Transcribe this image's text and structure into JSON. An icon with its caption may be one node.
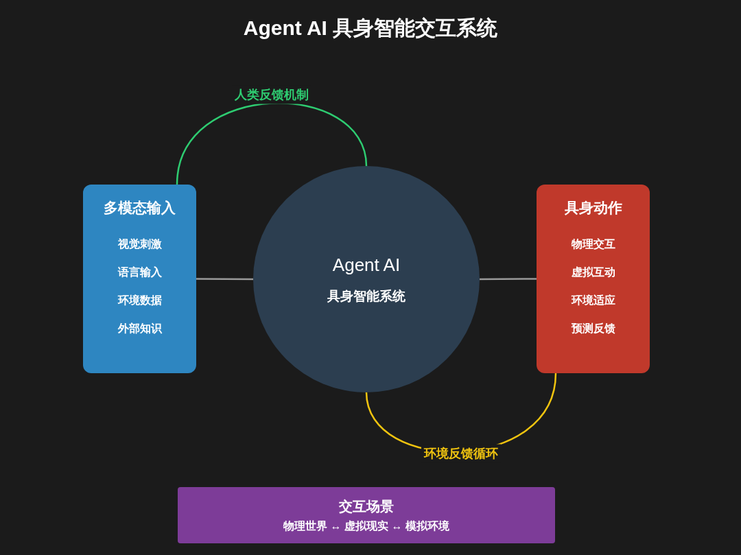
{
  "diagram": {
    "title": "Agent AI 具身智能交互系统",
    "nodes": [
      {
        "text": [
          "多模态输入",
          "视觉刺激",
          "语言输入",
          "环境数据",
          "外部知识"
        ]
      },
      {
        "text": [
          "Agent AI",
          "具身智能系统"
        ]
      },
      {
        "text": [
          "具身动作",
          "物理交互",
          "虚拟互动",
          "环境适应",
          "预测反馈"
        ]
      },
      {
        "text": [
          "交互场景",
          "物理世界 ↔ 虚拟现实 ↔ 模拟环境"
        ]
      }
    ],
    "edges": [
      {
        "from": 0,
        "to": 1,
        "arrow": "none"
      },
      {
        "from": 1,
        "to": 2,
        "arrow": "none"
      },
      {
        "from": 0,
        "to": 1,
        "arrow": "none",
        "label": "人类反馈机制",
        "color": "#2ecc71"
      },
      {
        "from": 1,
        "to": 2,
        "arrow": "none",
        "label": "环境反馈循环",
        "color": "#f1c40f"
      }
    ]
  }
}
